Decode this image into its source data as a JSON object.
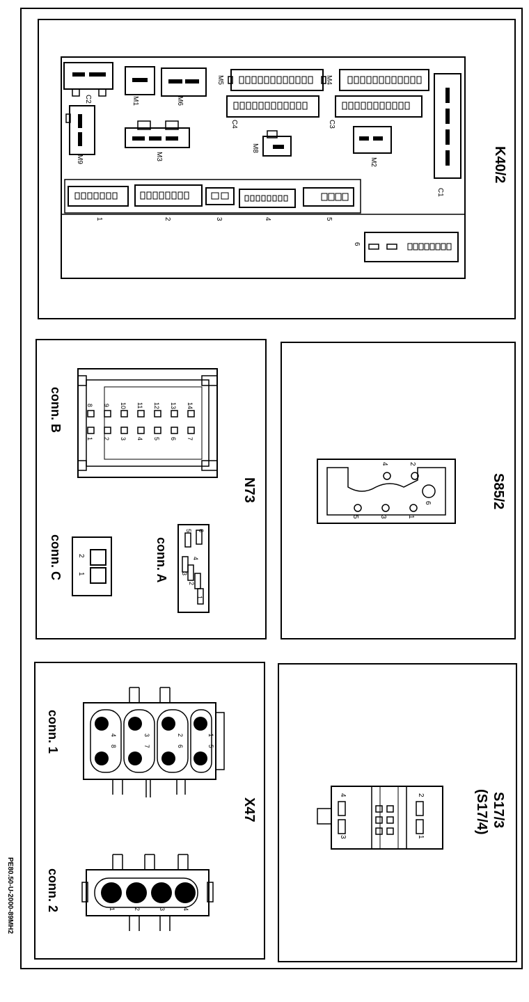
{
  "panels": {
    "k40": {
      "title": "K40/2",
      "labels": {
        "C1": "C1",
        "C2": "C2",
        "C3": "C3",
        "C4": "C4",
        "M1": "M1",
        "M2": "M2",
        "M3": "M3",
        "M4": "M4",
        "M5": "M5",
        "M6": "M6",
        "M8": "M8",
        "M9": "M9",
        "n1": "1",
        "n2": "2",
        "n3": "3",
        "n4": "4",
        "n5": "5",
        "n6": "6"
      }
    },
    "n73": {
      "title": "N73",
      "conn_a": "conn. A",
      "conn_b": "conn. B",
      "conn_c": "conn. C",
      "pins_b_top": [
        "8",
        "9",
        "10",
        "11",
        "12",
        "13",
        "14"
      ],
      "pins_b_bottom": [
        "1",
        "2",
        "3",
        "4",
        "5",
        "6",
        "7"
      ],
      "pins_a": [
        "1",
        "2",
        "3",
        "4",
        "5",
        "6"
      ],
      "pins_c": [
        "1",
        "2"
      ]
    },
    "s85": {
      "title": "S85/2",
      "pins": [
        "1",
        "2",
        "3",
        "4",
        "5",
        "6"
      ]
    },
    "x47": {
      "title": "X47",
      "conn_1": "conn. 1",
      "conn_2": "conn. 2",
      "pins_1_top": [
        "1",
        "2",
        "3",
        "4"
      ],
      "pins_1_bottom": [
        "5",
        "6",
        "7",
        "8"
      ],
      "pins_2": [
        "1",
        "2",
        "3",
        "4"
      ]
    },
    "s17": {
      "title": "S17/3",
      "subtitle": "(S17/4)",
      "pins": [
        "1",
        "2",
        "3",
        "4"
      ]
    }
  },
  "footer": {
    "code": "PE80.50-U-2000-89MH2"
  },
  "colors": {
    "ink": "#000000",
    "paper": "#ffffff"
  }
}
